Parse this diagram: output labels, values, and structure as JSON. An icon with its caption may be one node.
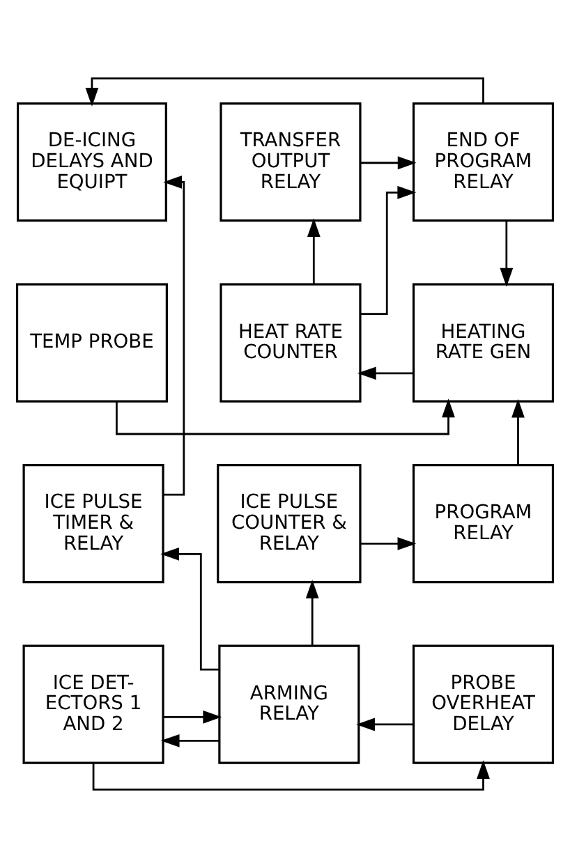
{
  "diagram": {
    "nodes": [
      {
        "text": [
          "DE-ICING DELAYS AND EQUIPT"
        ]
      },
      {
        "text": [
          "TRANSFER OUTPUT RELAY"
        ]
      },
      {
        "text": [
          "END OF PROGRAM RELAY"
        ]
      },
      {
        "text": [
          "TEMP PROBE"
        ]
      },
      {
        "text": [
          "HEAT RATE COUNTER"
        ]
      },
      {
        "text": [
          "HEATING RATE GEN"
        ]
      },
      {
        "text": [
          "ICE PULSE TIMER & RELAY"
        ]
      },
      {
        "text": [
          "ICE PULSE COUNTER & RELAY"
        ]
      },
      {
        "text": [
          "PROGRAM RELAY"
        ]
      },
      {
        "text": [
          "ICE DET- ECTORS 1 AND 2"
        ]
      },
      {
        "text": [
          "ARMING RELAY"
        ]
      },
      {
        "text": [
          "PROBE OVERHEAT DELAY"
        ]
      }
    ],
    "edges": [
      {
        "from": 2,
        "to": 0,
        "arrow": "to"
      },
      {
        "from": 6,
        "to": 0,
        "arrow": "to"
      },
      {
        "from": 1,
        "to": 2,
        "arrow": "to"
      },
      {
        "from": 4,
        "to": 2,
        "arrow": "to"
      },
      {
        "from": 4,
        "to": 1,
        "arrow": "to"
      },
      {
        "from": 2,
        "to": 5,
        "arrow": "to"
      },
      {
        "from": 5,
        "to": 4,
        "arrow": "to"
      },
      {
        "from": 3,
        "to": 5,
        "arrow": "to"
      },
      {
        "from": 8,
        "to": 5,
        "arrow": "to"
      },
      {
        "from": 7,
        "to": 8,
        "arrow": "to"
      },
      {
        "from": 10,
        "to": 9,
        "arrow": "to"
      },
      {
        "from": 10,
        "to": 6,
        "arrow": "to"
      },
      {
        "from": 10,
        "to": 7,
        "arrow": "to"
      },
      {
        "from": 9,
        "to": 10,
        "arrow": "to"
      },
      {
        "from": 11,
        "to": 10,
        "arrow": "to"
      },
      {
        "from": 9,
        "to": 11,
        "arrow": "to"
      }
    ]
  }
}
